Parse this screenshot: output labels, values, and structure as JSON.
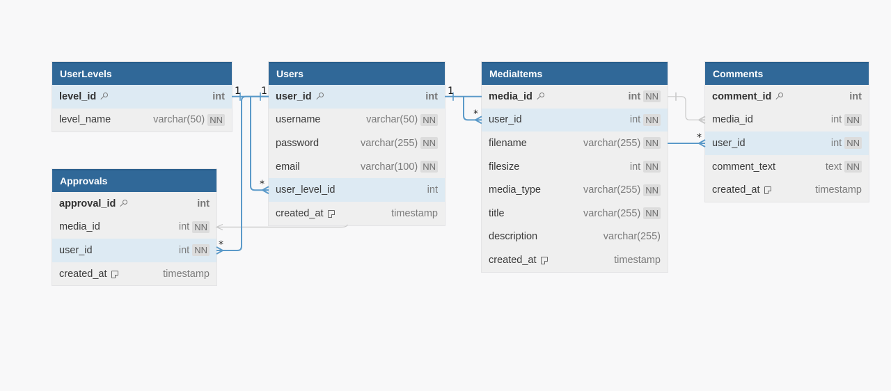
{
  "tables": [
    {
      "id": "userlevels",
      "name": "UserLevels",
      "columns": [
        {
          "name": "level_id",
          "type": "int",
          "pk": true,
          "nn": false,
          "note": false,
          "highlight": true
        },
        {
          "name": "level_name",
          "type": "varchar(50)",
          "pk": false,
          "nn": true,
          "note": false,
          "highlight": false
        }
      ]
    },
    {
      "id": "users",
      "name": "Users",
      "columns": [
        {
          "name": "user_id",
          "type": "int",
          "pk": true,
          "nn": false,
          "note": false,
          "highlight": true
        },
        {
          "name": "username",
          "type": "varchar(50)",
          "pk": false,
          "nn": true,
          "note": false,
          "highlight": false
        },
        {
          "name": "password",
          "type": "varchar(255)",
          "pk": false,
          "nn": true,
          "note": false,
          "highlight": false
        },
        {
          "name": "email",
          "type": "varchar(100)",
          "pk": false,
          "nn": true,
          "note": false,
          "highlight": false
        },
        {
          "name": "user_level_id",
          "type": "int",
          "pk": false,
          "nn": false,
          "note": false,
          "highlight": true
        },
        {
          "name": "created_at",
          "type": "timestamp",
          "pk": false,
          "nn": false,
          "note": true,
          "highlight": false
        }
      ]
    },
    {
      "id": "mediaitems",
      "name": "MediaItems",
      "columns": [
        {
          "name": "media_id",
          "type": "int",
          "pk": true,
          "nn": true,
          "note": false,
          "highlight": false
        },
        {
          "name": "user_id",
          "type": "int",
          "pk": false,
          "nn": true,
          "note": false,
          "highlight": true
        },
        {
          "name": "filename",
          "type": "varchar(255)",
          "pk": false,
          "nn": true,
          "note": false,
          "highlight": false
        },
        {
          "name": "filesize",
          "type": "int",
          "pk": false,
          "nn": true,
          "note": false,
          "highlight": false
        },
        {
          "name": "media_type",
          "type": "varchar(255)",
          "pk": false,
          "nn": true,
          "note": false,
          "highlight": false
        },
        {
          "name": "title",
          "type": "varchar(255)",
          "pk": false,
          "nn": true,
          "note": false,
          "highlight": false
        },
        {
          "name": "description",
          "type": "varchar(255)",
          "pk": false,
          "nn": false,
          "note": false,
          "highlight": false
        },
        {
          "name": "created_at",
          "type": "timestamp",
          "pk": false,
          "nn": false,
          "note": true,
          "highlight": false
        }
      ]
    },
    {
      "id": "comments",
      "name": "Comments",
      "columns": [
        {
          "name": "comment_id",
          "type": "int",
          "pk": true,
          "nn": false,
          "note": false,
          "highlight": false
        },
        {
          "name": "media_id",
          "type": "int",
          "pk": false,
          "nn": true,
          "note": false,
          "highlight": false
        },
        {
          "name": "user_id",
          "type": "int",
          "pk": false,
          "nn": true,
          "note": false,
          "highlight": true
        },
        {
          "name": "comment_text",
          "type": "text",
          "pk": false,
          "nn": true,
          "note": false,
          "highlight": false
        },
        {
          "name": "created_at",
          "type": "timestamp",
          "pk": false,
          "nn": false,
          "note": true,
          "highlight": false
        }
      ]
    },
    {
      "id": "approvals",
      "name": "Approvals",
      "columns": [
        {
          "name": "approval_id",
          "type": "int",
          "pk": true,
          "nn": false,
          "note": false,
          "highlight": false
        },
        {
          "name": "media_id",
          "type": "int",
          "pk": false,
          "nn": true,
          "note": false,
          "highlight": false
        },
        {
          "name": "user_id",
          "type": "int",
          "pk": false,
          "nn": true,
          "note": false,
          "highlight": true
        },
        {
          "name": "created_at",
          "type": "timestamp",
          "pk": false,
          "nn": false,
          "note": true,
          "highlight": false
        }
      ]
    }
  ],
  "badges": {
    "not_null": "NN"
  },
  "relationships": [
    {
      "from": "users.user_level_id",
      "to": "userlevels.level_id",
      "from_card": "*",
      "to_card": "1",
      "active": true
    },
    {
      "from": "approvals.user_id",
      "to": "users.user_id",
      "from_card": "*",
      "to_card": "1",
      "active": true
    },
    {
      "from": "mediaitems.user_id",
      "to": "users.user_id",
      "from_card": "*",
      "to_card": "1",
      "active": true
    },
    {
      "from": "comments.user_id",
      "to": "users.user_id",
      "from_card": "*",
      "to_card": "",
      "active": true
    },
    {
      "from": "comments.media_id",
      "to": "mediaitems.media_id",
      "from_card": "",
      "to_card": "",
      "active": false
    },
    {
      "from": "approvals.media_id",
      "to": "mediaitems.media_id",
      "from_card": "",
      "to_card": "",
      "active": false
    }
  ],
  "colors": {
    "header": "#306898",
    "active_line": "#5b9ac9",
    "inactive_line": "#c9c9c9",
    "row_highlight": "#ddeaf3",
    "table_bg": "#efefef",
    "canvas_bg": "#f8f8f9"
  }
}
